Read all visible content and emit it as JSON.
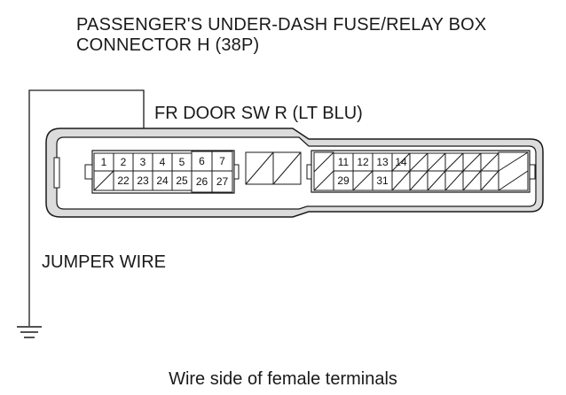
{
  "title_line1": "PASSENGER'S UNDER-DASH FUSE/RELAY BOX",
  "title_line2": "CONNECTOR H (38P)",
  "wire_label": "FR DOOR SW R (LT BLU)",
  "jumper_label": "JUMPER WIRE",
  "caption": "Wire side of female terminals",
  "pins": {
    "p1": "1",
    "p2": "2",
    "p3": "3",
    "p4": "4",
    "p5": "5",
    "p6": "6",
    "p7": "7",
    "p22": "22",
    "p23": "23",
    "p24": "24",
    "p25": "25",
    "p26": "26",
    "p27": "27",
    "p11": "11",
    "p12": "12",
    "p13": "13",
    "p14": "14",
    "p29": "29",
    "p31": "31"
  },
  "colors": {
    "line": "#1a1a1a",
    "connector_fill": "#dcdcdc",
    "cell_fill": "#ffffff"
  }
}
